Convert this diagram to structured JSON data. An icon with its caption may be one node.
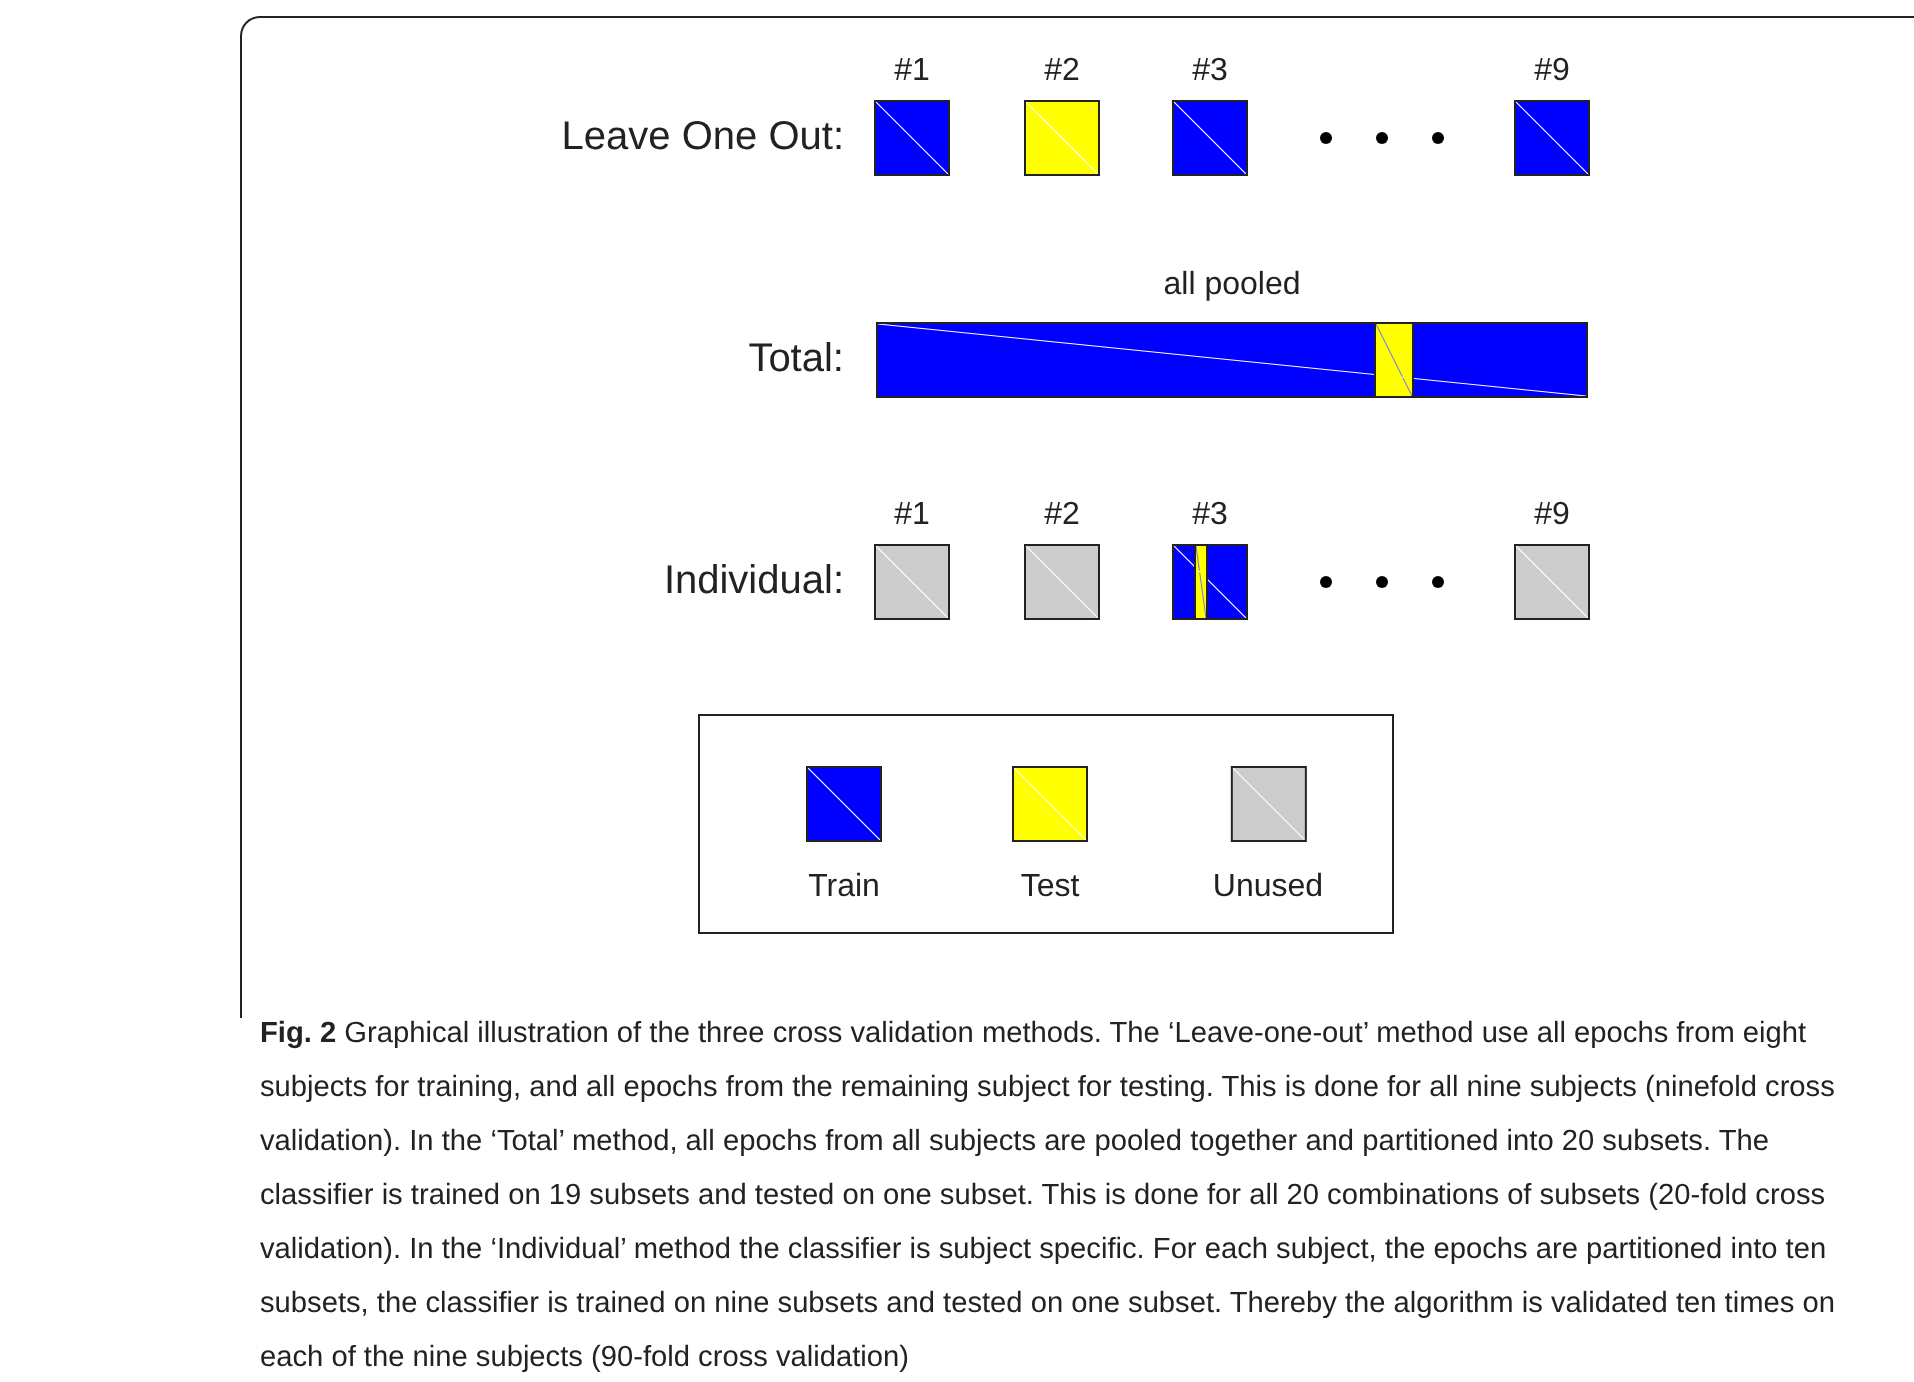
{
  "diagram": {
    "caption": "**Fig. 2**  Graphical illustration of the three cross validation methods. The ‘Leave-one-out’ method use all epochs from eight subjects for training, and all epochs from the remaining subject for testing. This is done for all nine subjects (ninefold cross validation). In the ‘Total’ method, all epochs from all subjects are pooled together and partitioned into 20 subsets. The classifier is trained on 19 subsets and tested on one subset. This is done for all 20 combinations of subsets (20-fold cross validation). In the ‘Individual’ method the classifier is subject specific. For each subject, the epochs are partitioned into ten subsets, the classifier is trained on nine subsets and tested on one subset. Thereby the algorithm is validated ten times on each of the nine subjects (90-fold cross validation)",
    "nodes": [
      {
        "text": [
          "#1"
        ]
      },
      {
        "text": [
          "#2"
        ]
      },
      {
        "text": [
          "#3"
        ]
      },
      {
        "text": [
          "#9"
        ]
      },
      {
        "text": [
          "all pooled"
        ]
      },
      {
        "text": [
          "#1"
        ]
      },
      {
        "text": [
          "#2"
        ]
      },
      {
        "text": [
          "#3"
        ]
      },
      {
        "text": [
          "#9"
        ]
      }
    ],
    "labels": [
      "Leave One Out:",
      "Total:",
      "Individual:"
    ],
    "legend": [
      {
        "text": "Train",
        "color": "#0000ff"
      },
      {
        "text": "Test",
        "color": "#ffff00"
      },
      {
        "text": "Unused",
        "color": "#cccccc"
      }
    ]
  }
}
